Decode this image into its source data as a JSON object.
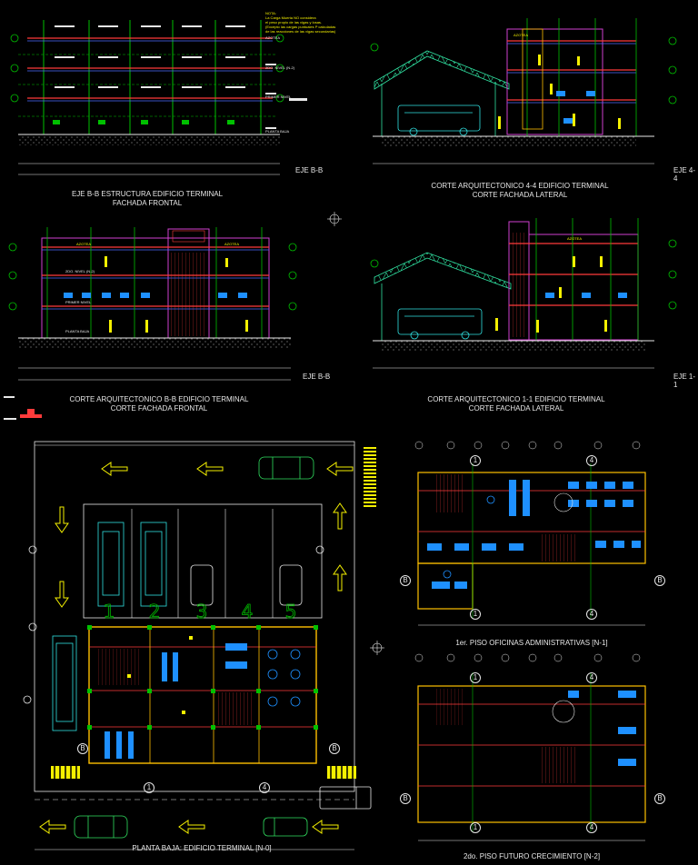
{
  "titles": {
    "structure_bb": [
      "EJE B-B ESTRUCTURA EDIFICIO TERMINAL",
      "FACHADA FRONTAL"
    ],
    "section_44": [
      "CORTE ARQUITECTONICO 4-4 EDIFICIO TERMINAL",
      "CORTE FACHADA LATERAL"
    ],
    "section_bb": [
      "CORTE ARQUITECTONICO B-B EDIFICIO TERMINAL",
      "CORTE FACHADA FRONTAL"
    ],
    "section_11": [
      "CORTE ARQUITECTONICO 1-1 EDIFICIO TERMINAL",
      "CORTE FACHADA LATERAL"
    ],
    "plan_ground": "PLANTA BAJA: EDIFICIO TERMINAL [N-0]",
    "plan_first": "1er. PISO OFICINAS ADMINISTRATIVAS [N-1]",
    "plan_second": "2do. PISO FUTURO CRECIMIENTO [N-2]"
  },
  "axis_tags": {
    "eje_bb_top": "EJE B-B",
    "eje_44": "EJE 4-4",
    "eje_bb_mid": "EJE B-B",
    "eje_11": "EJE 1-1"
  },
  "note_lines": [
    "NOTA:",
    "La Carga Muerta NO considera",
    "el peso propio de las vigas y losas.",
    "(Excepto las cargas puntuales P calculadas",
    "de las reacciones de las vigas secundarias)"
  ],
  "level_labels": {
    "azotea": "AZOTEA",
    "segundo": "2DO. NIVEL (N-2)",
    "primero": "PRIMER NIVEL",
    "planta_baja": "PLANTA BAJA"
  },
  "bays": [
    "1",
    "2",
    "3",
    "4",
    "5"
  ],
  "grid_markers": {
    "one": "1",
    "four": "4",
    "b": "B"
  },
  "colors": {
    "background": "#000000",
    "structure": "#00c000",
    "beams": "#ff3b3b",
    "slabs": "#4b6bff",
    "walls": "#ffc000",
    "figures": "#f4f000",
    "furniture": "#1e90ff",
    "vehicles": "#30e0e0",
    "dimension": "#e8e8e8",
    "accent_magenta": "#d040d0"
  }
}
